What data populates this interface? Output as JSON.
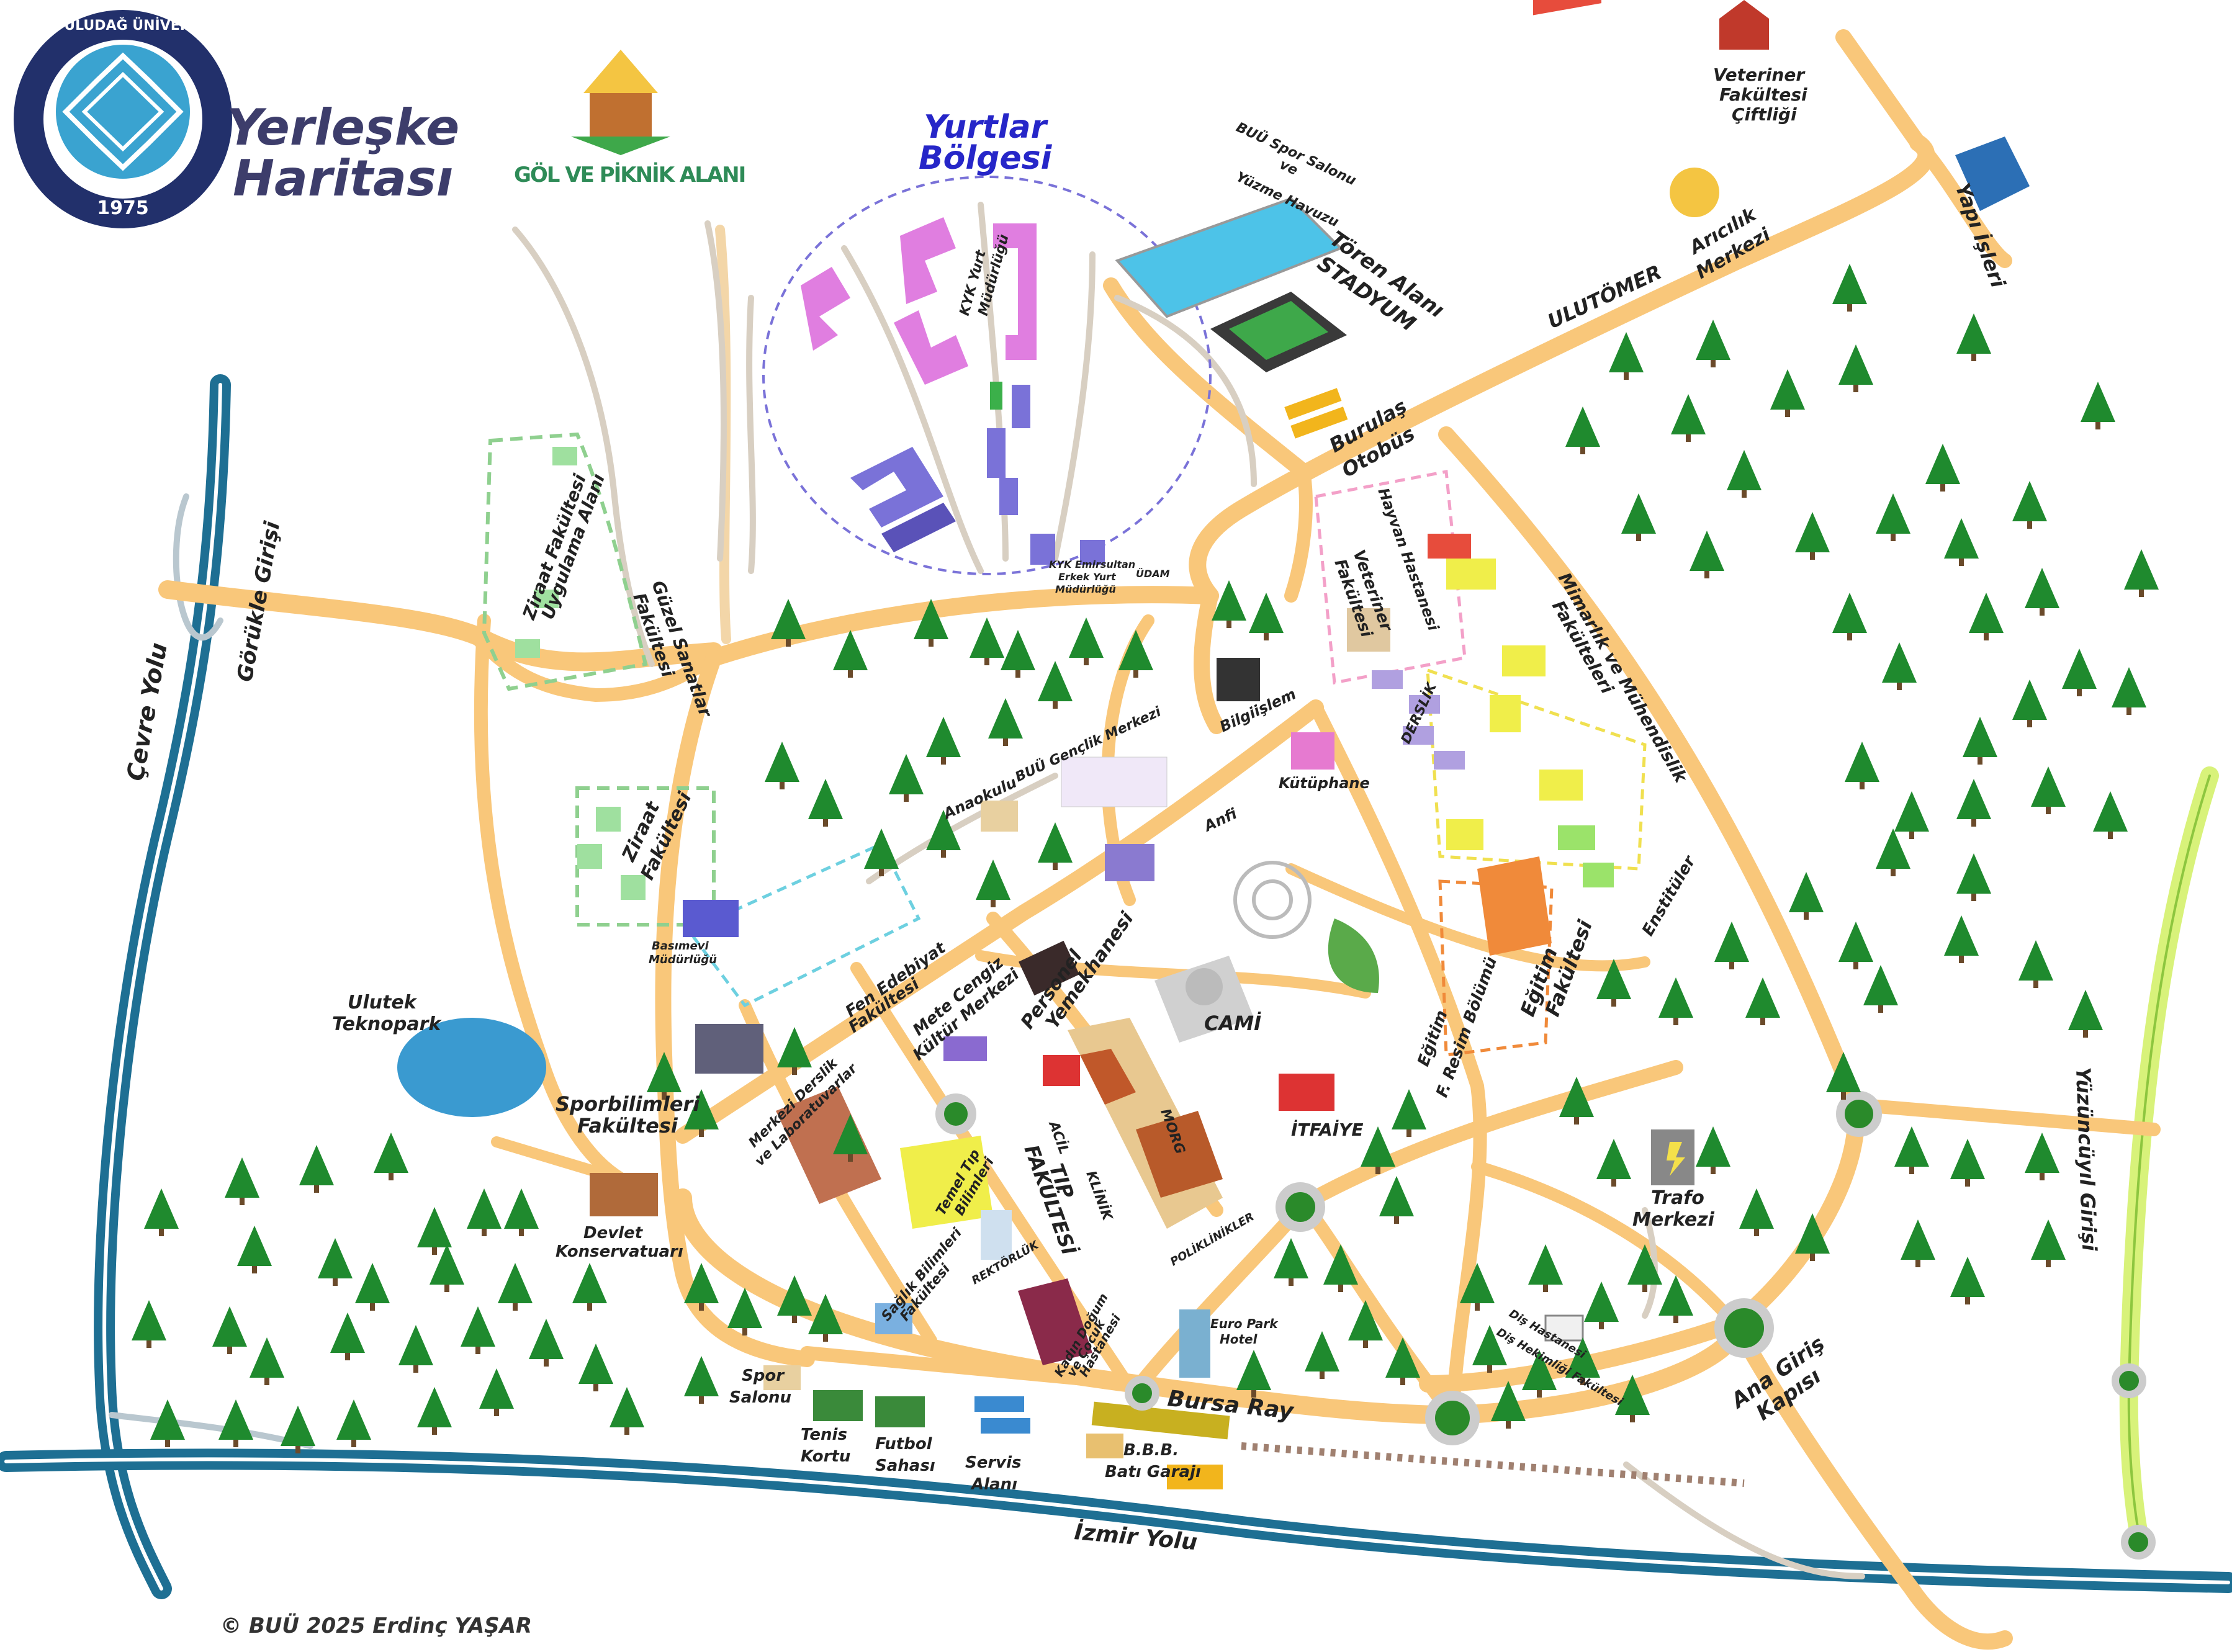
{
  "header": {
    "university_seal": "BURSA ULUDAĞ ÜNİVERSİTESİ",
    "seal_year": "1975",
    "title_line1": "Yerleşke",
    "title_line2": "Haritası",
    "copyright": "© BUÜ 2025 Erdinç YAŞAR"
  },
  "colors": {
    "road": "#f9c77a",
    "highway": "#1e6f93",
    "highway_edge": "#ffffff",
    "green_line": "#d8f27a",
    "tree": "#1f8a2e",
    "dorm_pink": "#e07ee0",
    "dorm_purple": "#7a72d8",
    "roundabout": "#2a8a2a",
    "title": "#3d3d6b"
  },
  "regions": {
    "dorms": {
      "title_line1": "Yurtlar",
      "title_line2": "Bölgesi"
    },
    "lake": "GÖL VE PİKNİK ALANI"
  },
  "roads": {
    "cevre_yolu": "Çevre Yolu",
    "gorukle_girisi": "Görükle Girişi",
    "izmir_yolu": "İzmir Yolu",
    "bursa_ray": "Bursa Ray",
    "yuzunculyil_girisi": "Yüzüncüyıl Girişi",
    "ana_giris_line1": "Ana Giriş",
    "ana_giris_line2": "Kapısı"
  },
  "labels": {
    "spor_havuzu": [
      "BUÜ Spor Salonu",
      "ve",
      "Yüzme Havuzu"
    ],
    "toren_alani": "Tören Alanı",
    "stadyum": "STADYUM",
    "burulas": [
      "Burulaş",
      "Otobüs"
    ],
    "ulutomer": "ULUTÖMER",
    "aricilik": [
      "Arıcılık",
      "Merkezi"
    ],
    "veteriner_ciftligi": [
      "Veteriner",
      "Fakültesi",
      "Çiftliği"
    ],
    "yapi_isleri": "Yapı İşleri",
    "kyk_yurt": [
      "KYK Yurt",
      "Müdürlüğü"
    ],
    "kyk_emirsultan": [
      "KYK Emirsultan",
      "Erkek Yurt",
      "Müdürlüğü"
    ],
    "udam": "ÜDAM",
    "ziraat_uygulama": [
      "Ziraat Fakültesi",
      "Uygulama Alanı"
    ],
    "guzel_sanatlar": [
      "Güzel Sanatlar",
      "Fakültesi"
    ],
    "hayvan_hastanesi": "Hayvan Hastanesi",
    "veteriner_fakultesi": [
      "Veteriner",
      "Fakültesi"
    ],
    "mimarlik_muhendislik": [
      "Mimarlık ve Mühendislik",
      "Fakülteleri"
    ],
    "bilgi_islem": "Bilgiişlem",
    "kutuphane": "Kütüphane",
    "genclik_merkezi": "BUÜ Gençlik Merkezi",
    "anaokulu": "Anaokulu",
    "anfi": "Anfi",
    "ziraat_fakultesi": [
      "Ziraat",
      "Fakültesi"
    ],
    "basimevi": [
      "Basımevi",
      "Müdürlüğü"
    ],
    "fen_edebiyat": [
      "Fen Edebiyat",
      "Fakültesi"
    ],
    "ulutek": [
      "Ulutek",
      "Teknopark"
    ],
    "mete_cengiz": [
      "Mete Cengiz",
      "Kültür Merkezi"
    ],
    "personel_yemekhanesi": [
      "Personel",
      "Yemekhanesi"
    ],
    "cami": "CAMİ",
    "sporbilimleri": [
      "Sporbilimleri",
      "Fakültesi"
    ],
    "devlet_konservatuari": [
      "Devlet",
      "Konservatuarı"
    ],
    "merkezi_derslik": [
      "Merkezi Derslik",
      "ve Laboratuvarlar"
    ],
    "tip_fakultesi": [
      "TIP",
      "FAKÜLTESİ"
    ],
    "temel_tip": [
      "Temel Tıp",
      "Bilimleri"
    ],
    "itfaiye": "İTFAİYE",
    "trafo": [
      "Trafo",
      "Merkezi"
    ],
    "egitim_fakultesi": [
      "Eğitim",
      "Fakültesi"
    ],
    "egitim_resim": [
      "Eğitim",
      "F. Resim Bölümü"
    ],
    "enstituler": "Enstitüler",
    "rektorluk": "REKTÖRLÜK",
    "saglik_bilimleri": [
      "Sağlık Bilimleri",
      "Fakültesi"
    ],
    "kadin_dogum": [
      "Kadın Doğum",
      "ve Çocuk",
      "Hastanesi"
    ],
    "europark": [
      "Euro Park",
      "Hotel"
    ],
    "dis_hastanesi": [
      "Diş Hastanesi",
      "Diş Hekimliği Fakültesi"
    ],
    "spor_salonu": [
      "Spor",
      "Salonu"
    ],
    "tenis_kortu": [
      "Tenis",
      "Kortu"
    ],
    "futbol_sahasi": [
      "Futbol",
      "Sahası"
    ],
    "servis_alani": [
      "Servis",
      "Alanı"
    ],
    "bbb_garaji": [
      "B.B.B.",
      "Batı Garajı"
    ],
    "morg": "MORG",
    "acil": "ACİL",
    "klinik": "KLİNİK",
    "poliklinikler": "POLİKLİNİKLER",
    "derslik": "DERSLİK"
  }
}
